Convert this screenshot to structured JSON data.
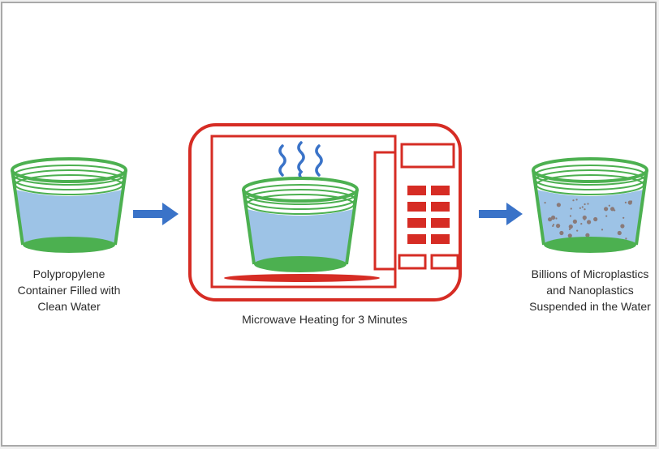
{
  "diagram": {
    "type": "process-flow",
    "colors": {
      "container_outline": "#4cb050",
      "container_base": "#4cb050",
      "water": "#9dc3e6",
      "arrow": "#3a73c8",
      "microwave": "#d62c24",
      "steam": "#3a73c8",
      "particles": "#8a7a78",
      "text": "#2b2b2b",
      "frame_border": "#a9a9a9"
    },
    "steps": [
      {
        "id": "step-1",
        "icon": "container-with-clean-water-icon",
        "caption_lines": [
          "Polypropylene",
          "Container Filled with",
          "Clean Water"
        ]
      },
      {
        "id": "step-2",
        "icon": "microwave-with-container-icon",
        "caption_lines": [
          "Microwave Heating for 3 Minutes"
        ]
      },
      {
        "id": "step-3",
        "icon": "container-with-particles-icon",
        "caption_lines": [
          "Billions of Microplastics",
          "and Nanoplastics",
          "Suspended in the Water"
        ]
      }
    ],
    "arrows": [
      {
        "from": "step-1",
        "to": "step-2",
        "icon": "arrow-right-icon"
      },
      {
        "from": "step-2",
        "to": "step-3",
        "icon": "arrow-right-icon"
      }
    ],
    "microwave": {
      "keypad_buttons": 8,
      "bottom_buttons": 2,
      "display_panels": 1,
      "steam_lines": 3
    }
  }
}
